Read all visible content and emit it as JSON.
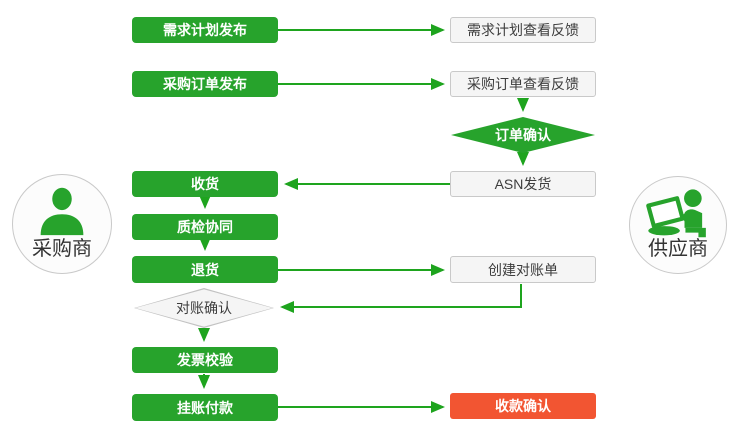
{
  "actors": {
    "buyer": "采购商",
    "supplier": "供应商"
  },
  "nodes": {
    "demand_plan_publish": "需求计划发布",
    "demand_plan_feedback": "需求计划查看反馈",
    "po_publish": "采购订单发布",
    "po_feedback": "采购订单查看反馈",
    "order_confirm": "订单确认",
    "receive_goods": "收货",
    "asn_ship": "ASN发货",
    "quality_collaboration": "质检协同",
    "return_goods": "退货",
    "create_statement": "创建对账单",
    "statement_confirm": "对账确认",
    "invoice_verify": "发票校验",
    "payment_on_account": "挂账付款",
    "receipt_confirm": "收款确认"
  },
  "colors": {
    "box_green": "#27a32c",
    "arrow_green": "#1ea41e",
    "terminal_red": "#f25532",
    "gray_fill": "#f5f5f5",
    "gray_border": "#c9c9c9"
  }
}
